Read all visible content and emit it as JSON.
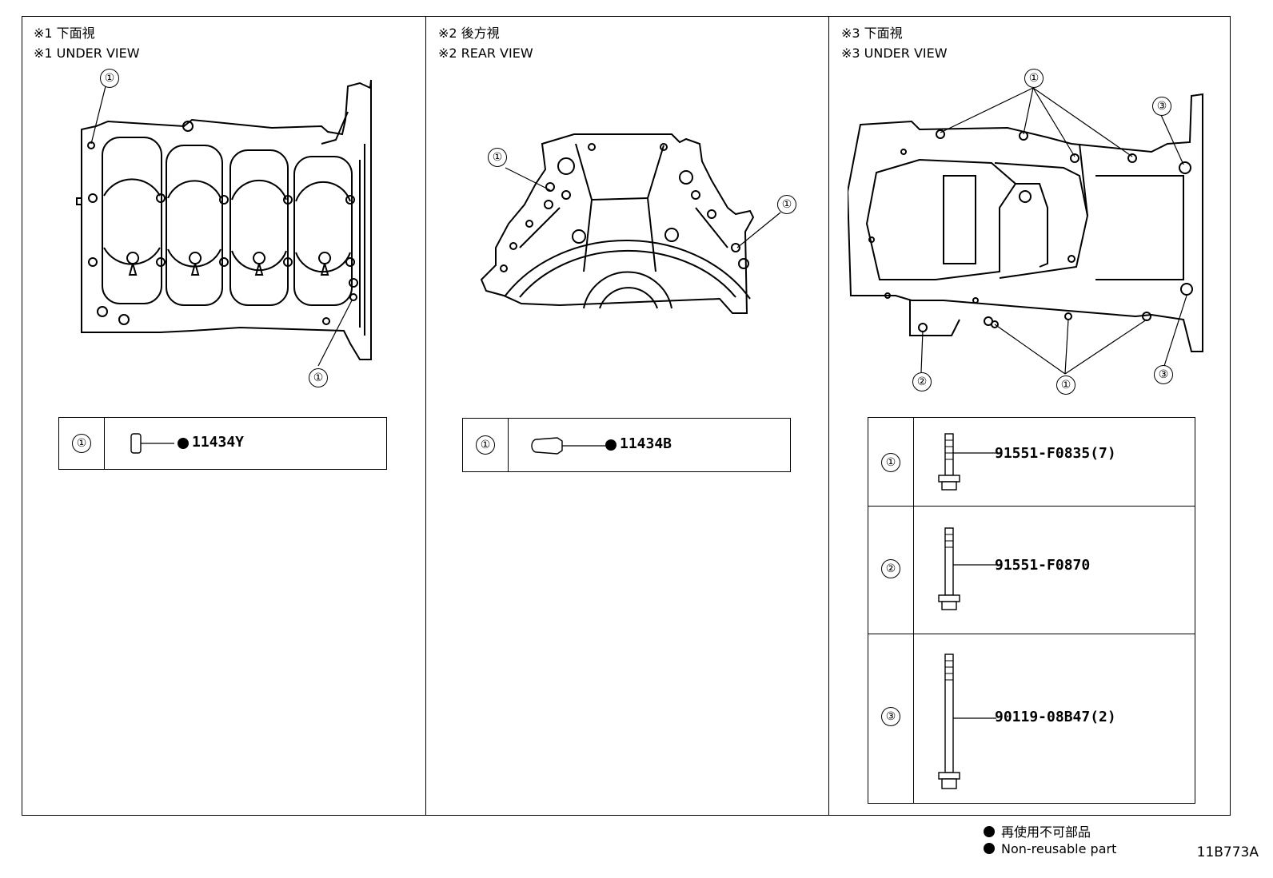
{
  "panels": [
    {
      "title_jp": "※1 下面視",
      "title_en": "※1 UNDER VIEW",
      "callouts": [
        "①",
        "①"
      ],
      "parts": [
        {
          "num": "①",
          "part_no": "11434Y",
          "non_reusable": true
        }
      ]
    },
    {
      "title_jp": "※2 後方視",
      "title_en": "※2 REAR VIEW",
      "callouts": [
        "①",
        "①"
      ],
      "parts": [
        {
          "num": "①",
          "part_no": "11434B",
          "non_reusable": true
        }
      ]
    },
    {
      "title_jp": "※3 下面視",
      "title_en": "※3 UNDER VIEW",
      "callouts": [
        "①",
        "③",
        "②",
        "①",
        "③"
      ],
      "parts": [
        {
          "num": "①",
          "part_no": "91551-F0835(7)"
        },
        {
          "num": "②",
          "part_no": "91551-F0870"
        },
        {
          "num": "③",
          "part_no": "90119-08B47(2)"
        }
      ]
    }
  ],
  "legend": {
    "jp": "再使用不可部品",
    "en": "Non-reusable part"
  },
  "figure_id": "11B773A"
}
